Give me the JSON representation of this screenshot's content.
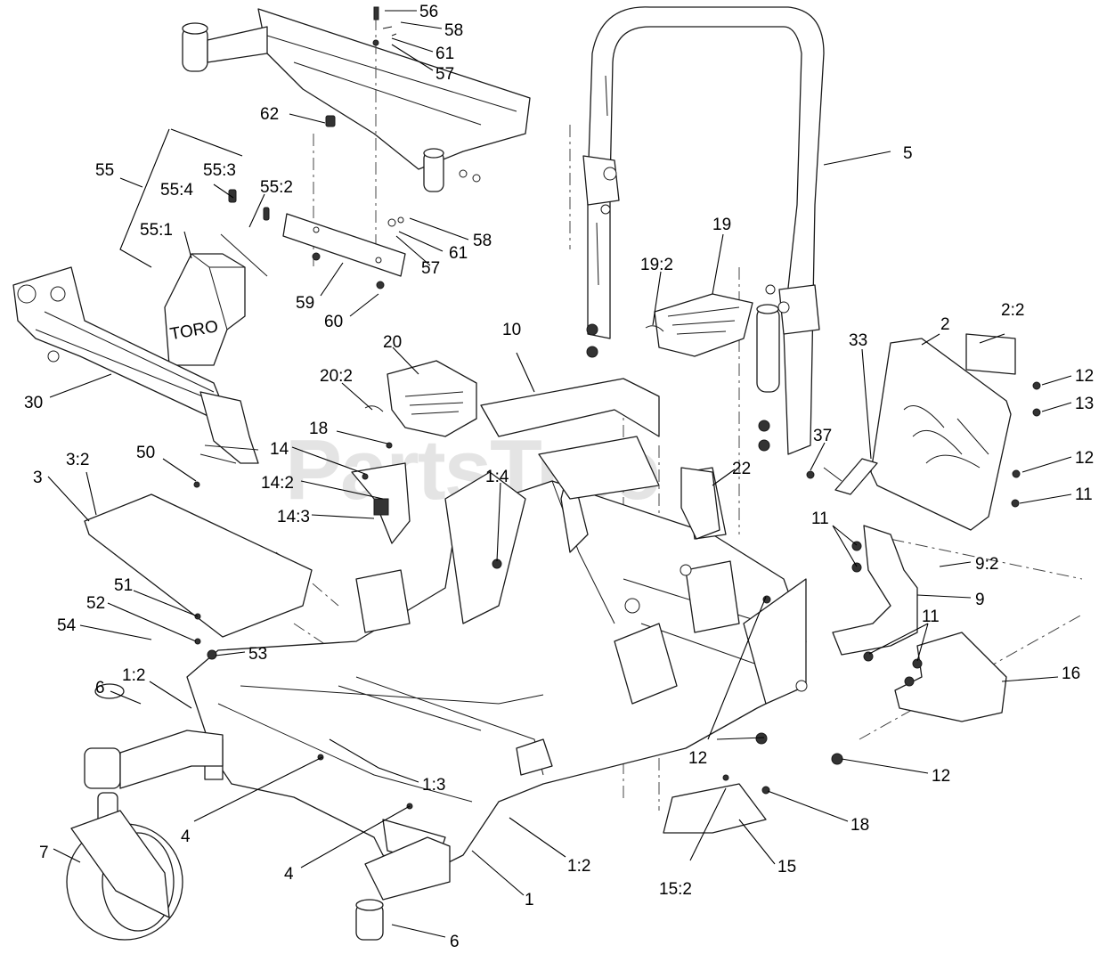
{
  "watermark": {
    "text": "PartsTree",
    "color": "#cfcfcf"
  },
  "icons": {
    "weight-logo": "TORO",
    "bar-logo": "TORO"
  },
  "callouts": {
    "c56": "56",
    "c58a": "58",
    "c61a": "61",
    "c57a": "57",
    "c62": "62",
    "c55": "55",
    "c55_3": "55:3",
    "c55_4": "55:4",
    "c55_2": "55:2",
    "c55_1": "55:1",
    "c58b": "58",
    "c61b": "61",
    "c57b": "57",
    "c59": "59",
    "c60": "60",
    "c5": "5",
    "c19": "19",
    "c19_2": "19:2",
    "c2": "2",
    "c2_2": "2:2",
    "c33": "33",
    "c12a": "12",
    "c13": "13",
    "c12b": "12",
    "c11a": "11",
    "c37": "37",
    "c30": "30",
    "c20": "20",
    "c20_2": "20:2",
    "c10": "10",
    "c18a": "18",
    "c14": "14",
    "c14_2": "14:2",
    "c14_3": "14:3",
    "c1_4": "1:4",
    "c22": "22",
    "c50": "50",
    "c3": "3",
    "c3_2": "3:2",
    "c11b": "11",
    "c9_2": "9:2",
    "c9": "9",
    "c51": "51",
    "c52": "52",
    "c54": "54",
    "c53": "53",
    "c11c": "11",
    "c16": "16",
    "c1_2a": "1:2",
    "c6a": "6",
    "c1_3": "1:3",
    "c12c": "12",
    "c12d": "12",
    "c4a": "4",
    "c18b": "18",
    "c7": "7",
    "c4b": "4",
    "c1_2b": "1:2",
    "c15": "15",
    "c15_2": "15:2",
    "c1": "1",
    "c6b": "6"
  }
}
